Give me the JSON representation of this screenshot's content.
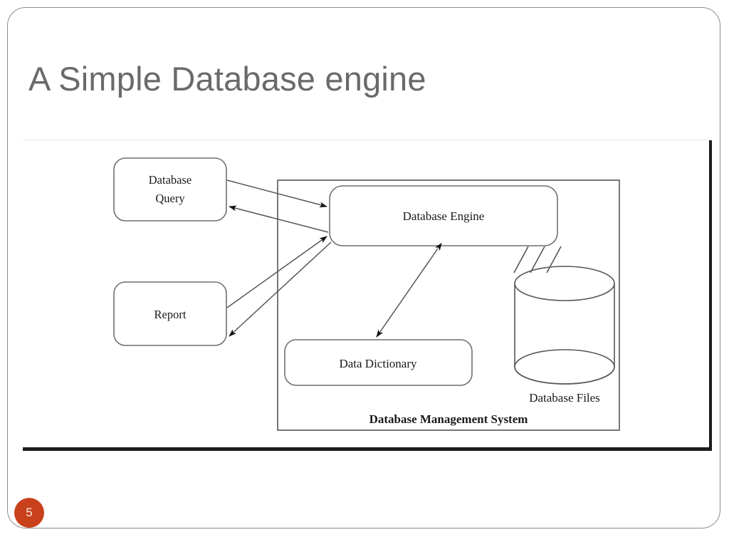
{
  "slide": {
    "title": "A Simple Database engine",
    "number": "5",
    "accent_color": "#c8411b",
    "title_color": "#6a6a6a",
    "frame_color": "#8c8c8c",
    "rule_color": "#e6e6e6",
    "diagram_line_color": "#555555",
    "diagram_text_color": "#1a1a1a"
  },
  "diagram": {
    "type": "block-diagram",
    "caption_dbms": "Database Management System",
    "nodes": [
      {
        "id": "database-query",
        "label_line1": "Database",
        "label_line2": "Query",
        "shape": "rounded-rect"
      },
      {
        "id": "report",
        "label_line1": "Report",
        "label_line2": "",
        "shape": "rounded-rect"
      },
      {
        "id": "database-engine",
        "label_line1": "Database Engine",
        "label_line2": "",
        "shape": "rounded-rect"
      },
      {
        "id": "data-dictionary",
        "label_line1": "Data Dictionary",
        "label_line2": "",
        "shape": "rounded-rect"
      },
      {
        "id": "database-files",
        "label_line1": "Database Files",
        "label_line2": "",
        "shape": "cylinder"
      }
    ],
    "edges": [
      {
        "from": "database-query",
        "to": "database-engine",
        "arrow": "single"
      },
      {
        "from": "database-engine",
        "to": "database-query",
        "arrow": "single"
      },
      {
        "from": "report",
        "to": "database-engine",
        "arrow": "single"
      },
      {
        "from": "database-engine",
        "to": "report",
        "arrow": "single"
      },
      {
        "from": "database-engine",
        "to": "data-dictionary",
        "arrow": "double"
      },
      {
        "from": "database-engine",
        "to": "database-files",
        "arrow": "none-triple-line"
      }
    ],
    "labels": {
      "database_query_line1": "Database",
      "database_query_line2": "Query",
      "report": "Report",
      "database_engine": "Database Engine",
      "data_dictionary": "Data Dictionary",
      "database_files": "Database Files",
      "dbms": "Database Management System"
    }
  }
}
